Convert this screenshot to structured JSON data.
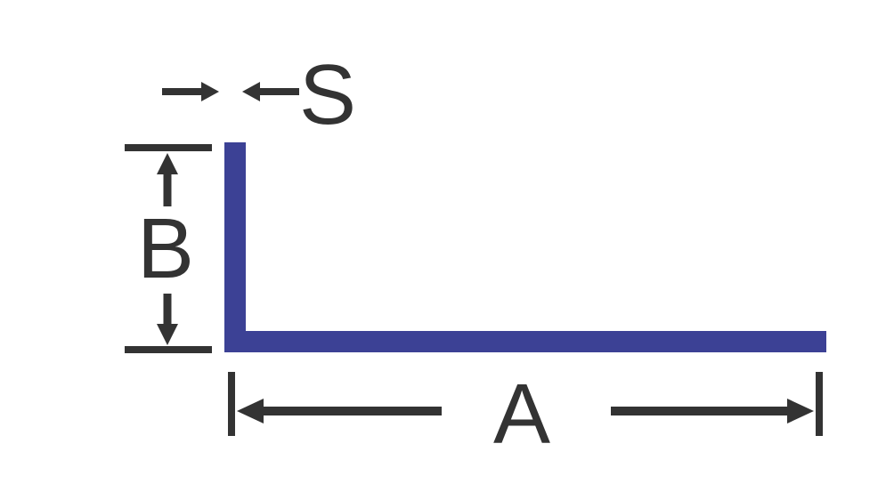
{
  "diagram": {
    "type": "L-angle profile dimension drawing",
    "labels": {
      "thickness": "S",
      "height": "B",
      "length": "A"
    },
    "colors": {
      "profile": "#3c4195",
      "dimension": "#333333",
      "background": "#ffffff"
    }
  }
}
